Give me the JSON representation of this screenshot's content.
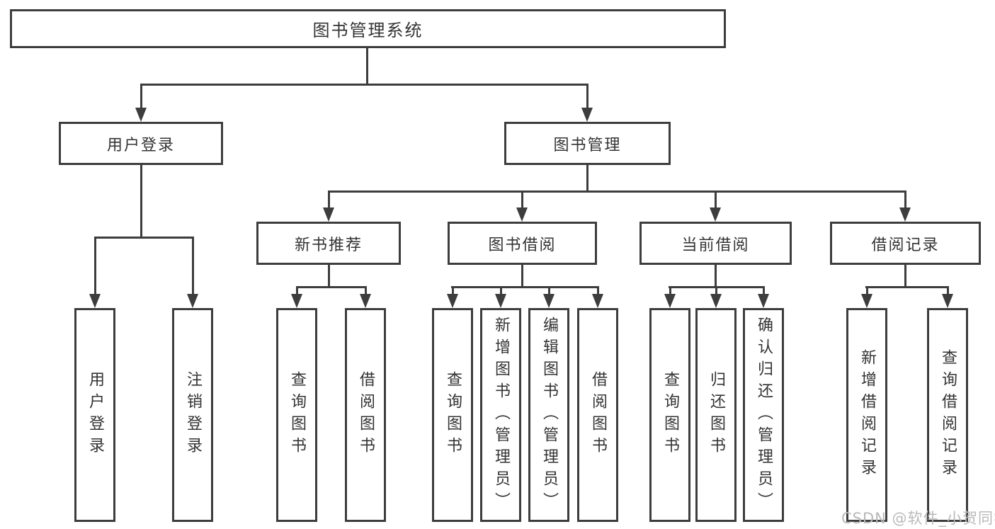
{
  "colors": {
    "line": "#3d3d3d",
    "box_border": "#3d3d3d",
    "text": "#333333",
    "background": "#ffffff",
    "watermark": "#b9b9b9"
  },
  "diagram": {
    "root": {
      "label": "图书管理系统"
    },
    "level2": [
      {
        "id": "user-login",
        "label": "用户登录"
      },
      {
        "id": "book-management",
        "label": "图书管理"
      }
    ],
    "level3": [
      {
        "id": "new-book-recommend",
        "label": "新书推荐",
        "parent": "图书管理"
      },
      {
        "id": "book-borrow",
        "label": "图书借阅",
        "parent": "图书管理"
      },
      {
        "id": "current-borrow",
        "label": "当前借阅",
        "parent": "图书管理"
      },
      {
        "id": "borrow-records",
        "label": "借阅记录",
        "parent": "图书管理"
      }
    ],
    "leaves": [
      {
        "label": "用户登录",
        "parent": "用户登录"
      },
      {
        "label": "注销登录",
        "parent": "用户登录"
      },
      {
        "label": "查询图书",
        "parent": "新书推荐"
      },
      {
        "label": "借阅图书",
        "parent": "新书推荐"
      },
      {
        "label": "查询图书",
        "parent": "图书借阅"
      },
      {
        "label": "新增图书（管理员）",
        "parent": "图书借阅"
      },
      {
        "label": "编辑图书（管理员）",
        "parent": "图书借阅"
      },
      {
        "label": "借阅图书",
        "parent": "图书借阅"
      },
      {
        "label": "查询图书",
        "parent": "当前借阅"
      },
      {
        "label": "归还图书",
        "parent": "当前借阅"
      },
      {
        "label": "确认归还（管理员）",
        "parent": "当前借阅"
      },
      {
        "label": "新增借阅记录",
        "parent": "借阅记录"
      },
      {
        "label": "查询借阅记录",
        "parent": "借阅记录"
      }
    ]
  },
  "watermark": {
    "text": "CSDN @软件_小贺同学"
  }
}
